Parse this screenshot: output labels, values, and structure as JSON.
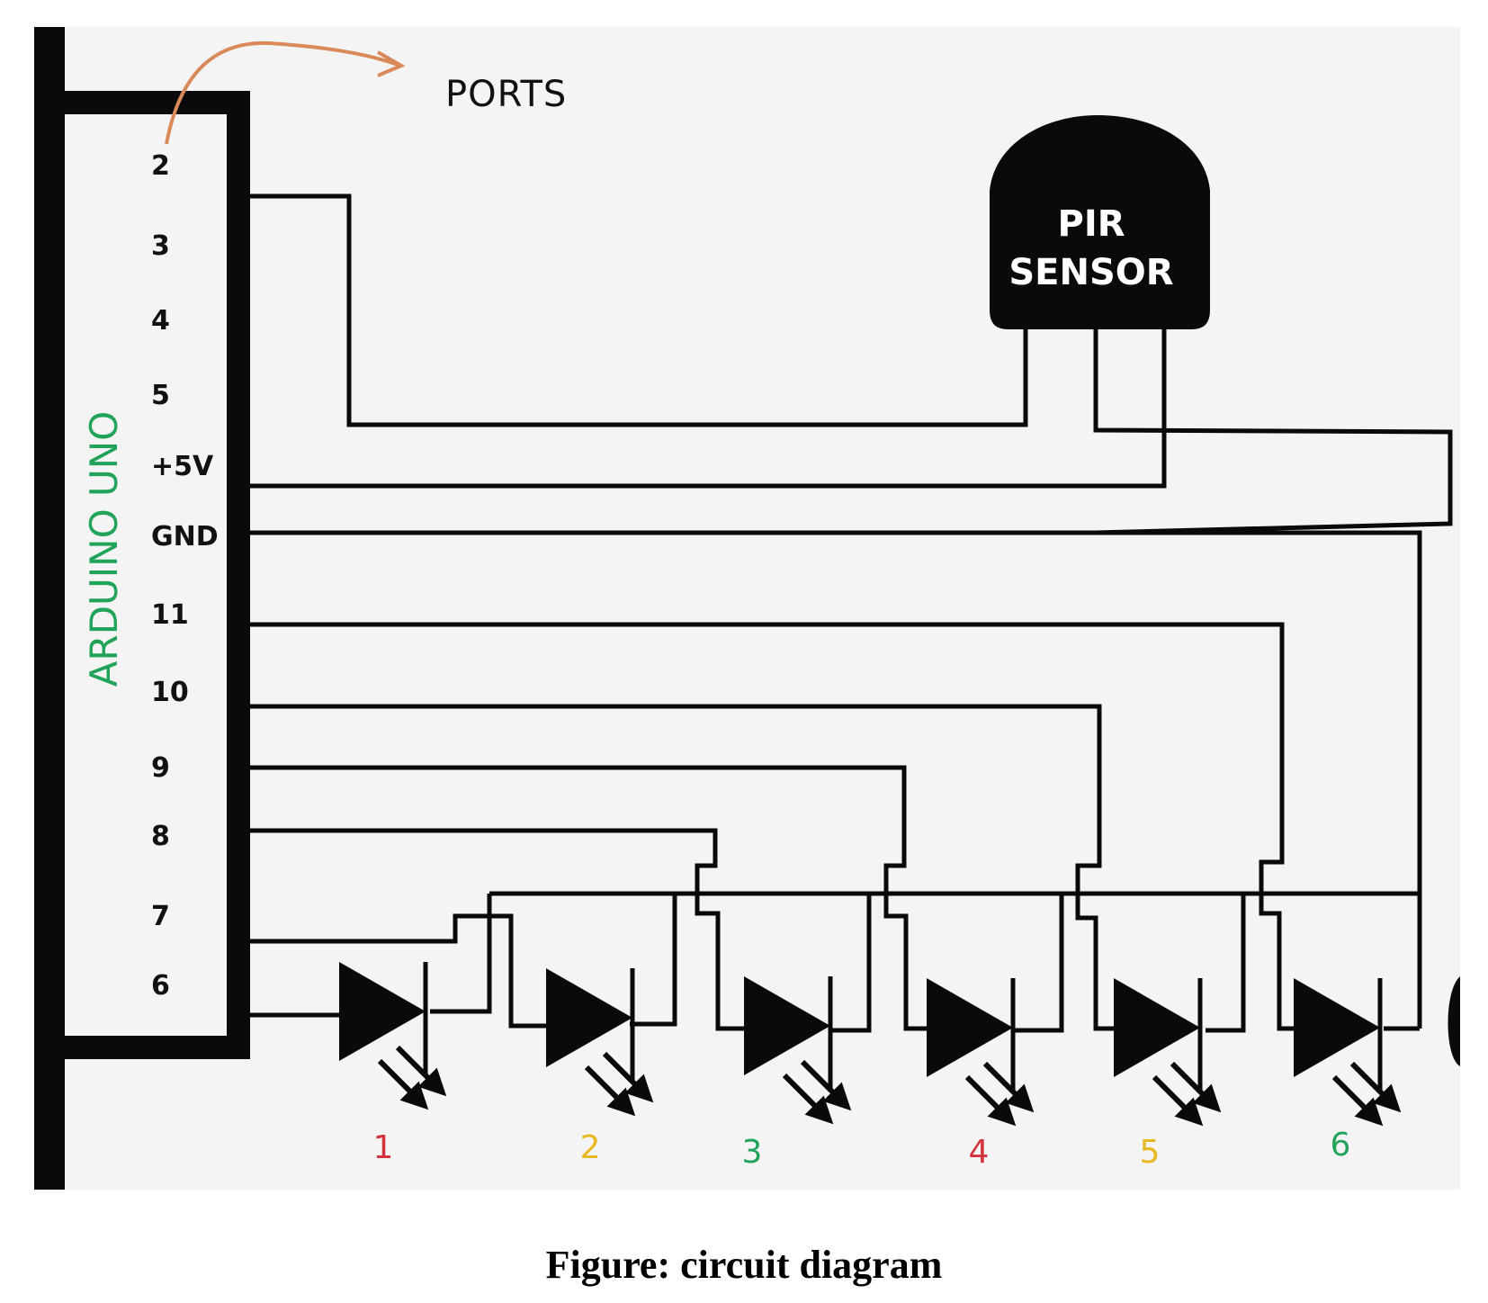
{
  "diagram": {
    "ports_label": "PORTS",
    "board_label": "ARDUINO UNO",
    "sensor_label_line1": "PIR",
    "sensor_label_line2": "SENSOR",
    "pins": [
      "2",
      "3",
      "4",
      "5",
      "+5V",
      "GND",
      "11",
      "10",
      "9",
      "8",
      "7",
      "6"
    ],
    "led_labels": [
      "1",
      "2",
      "3",
      "4",
      "5",
      "6"
    ],
    "colors": {
      "background": "#f4f4f4",
      "wire": "#0a0a0a",
      "ports_arrow": "#d9895a",
      "board_label": "#22a35a",
      "led_label_colors": [
        "#d2323c",
        "#e8b820",
        "#22a35a",
        "#d2323c",
        "#e8b820",
        "#22a35a"
      ]
    }
  },
  "caption": "Figure: circuit diagram"
}
